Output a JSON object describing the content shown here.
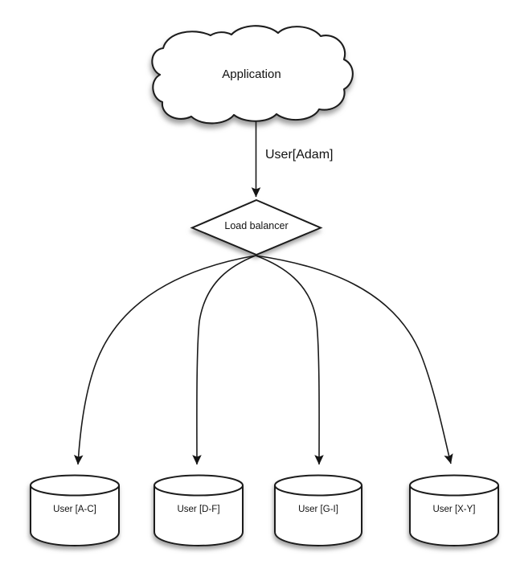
{
  "diagram": {
    "type": "architecture-flow-diagram",
    "background_color": "#ffffff",
    "stroke_color": "#1a1a1a",
    "fill_color": "#ffffff",
    "shadow_color": "#b5b5b5",
    "nodes": {
      "application": {
        "label": "Application",
        "shape": "cloud",
        "icon": "cloud-icon"
      },
      "load_balancer": {
        "label": "Load balancer",
        "shape": "diamond",
        "icon": "diamond-decision-icon"
      },
      "databases": [
        {
          "label": "User [A-C]",
          "shape": "cylinder",
          "icon": "database-cylinder-icon"
        },
        {
          "label": "User [D-F]",
          "shape": "cylinder",
          "icon": "database-cylinder-icon"
        },
        {
          "label": "User [G-I]",
          "shape": "cylinder",
          "icon": "database-cylinder-icon"
        },
        {
          "label": "User [X-Y]",
          "shape": "cylinder",
          "icon": "database-cylinder-icon"
        }
      ]
    },
    "edges": [
      {
        "from": "application",
        "to": "load_balancer",
        "label": "User[Adam]",
        "style": "straight-arrow",
        "arrow": "filled-triangle"
      },
      {
        "from": "load_balancer",
        "to": "User [A-C]",
        "label": "",
        "style": "curved-arrow",
        "arrow": "filled-triangle"
      },
      {
        "from": "load_balancer",
        "to": "User [D-F]",
        "label": "",
        "style": "curved-arrow",
        "arrow": "filled-triangle"
      },
      {
        "from": "load_balancer",
        "to": "User [G-I]",
        "label": "",
        "style": "curved-arrow",
        "arrow": "filled-triangle"
      },
      {
        "from": "load_balancer",
        "to": "User [X-Y]",
        "label": "",
        "style": "curved-arrow",
        "arrow": "filled-triangle"
      }
    ]
  }
}
